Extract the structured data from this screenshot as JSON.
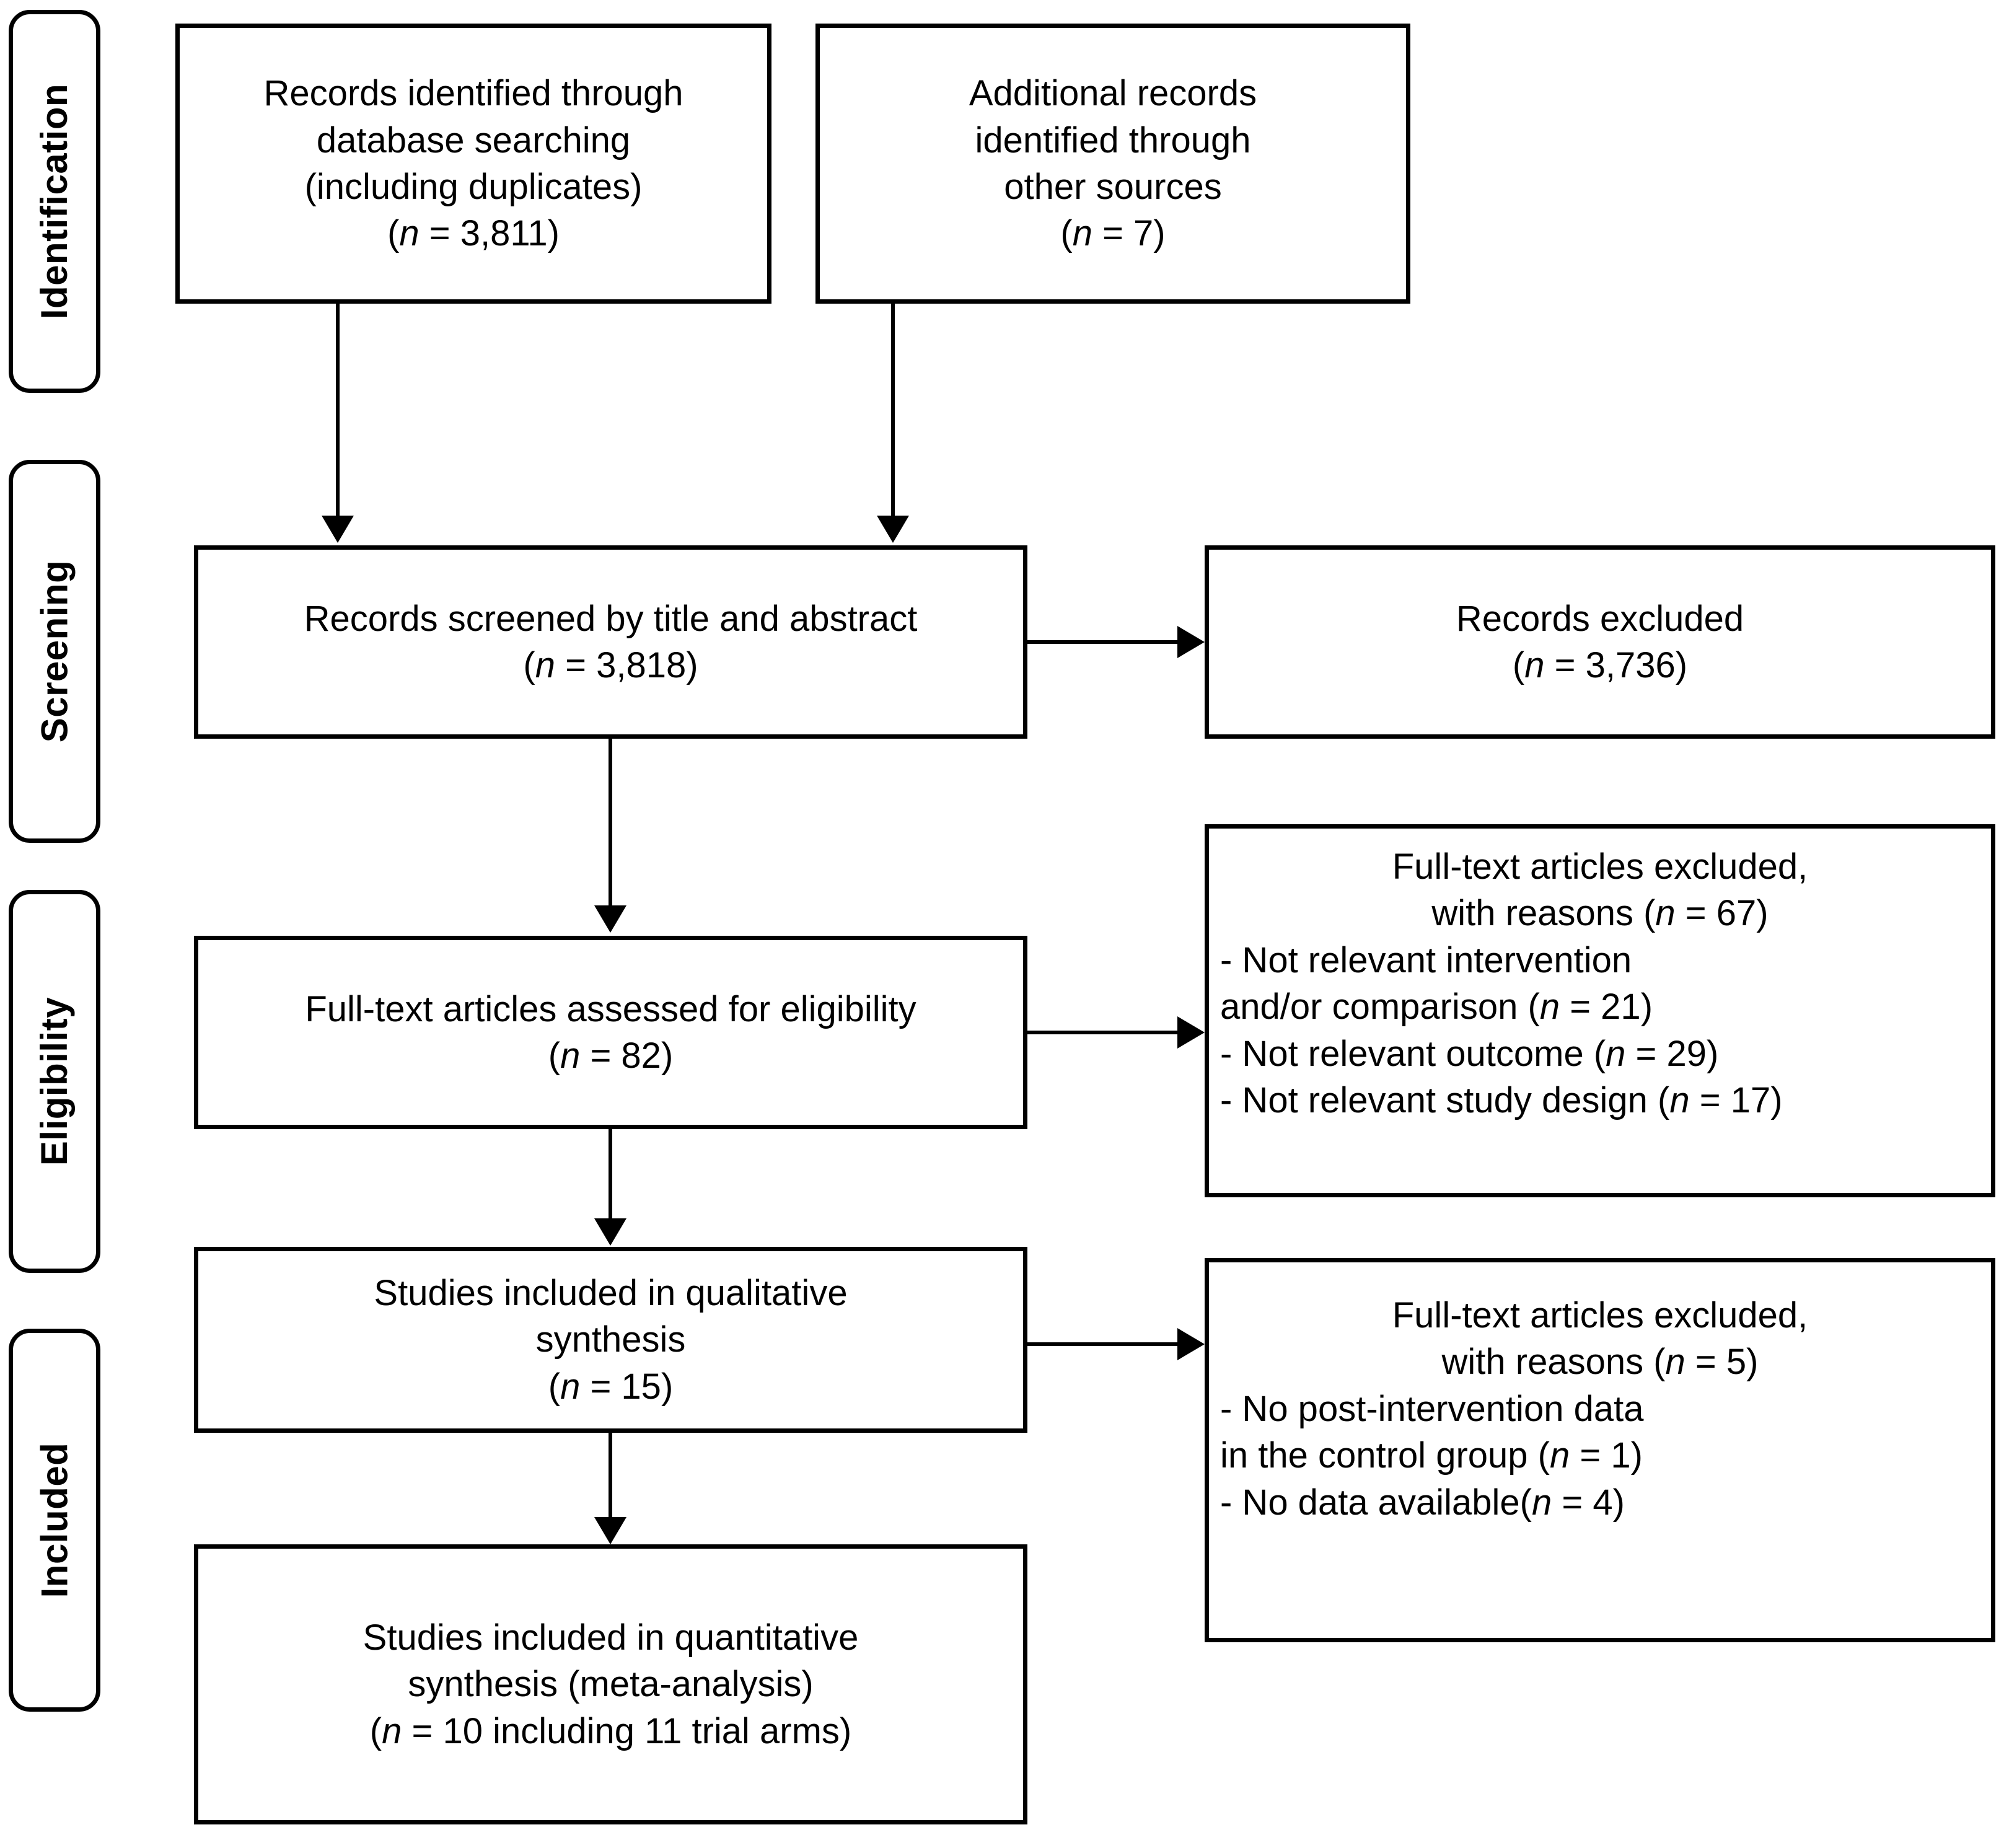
{
  "diagram": {
    "type": "PRISMA flow diagram",
    "stages": [
      {
        "id": "identification",
        "label": "Identification"
      },
      {
        "id": "screening",
        "label": "Screening"
      },
      {
        "id": "eligibility",
        "label": "Eligibility"
      },
      {
        "id": "included",
        "label": "Included"
      }
    ],
    "boxes": {
      "database_records": {
        "lines": [
          "Records identified through",
          "database searching",
          "(including duplicates)"
        ],
        "count_line": "(n = 3,811)",
        "n": 3811
      },
      "other_records": {
        "lines": [
          "Additional records",
          "identified through",
          "other sources"
        ],
        "count_line": "(n = 7)",
        "n": 7
      },
      "screened": {
        "lines": [
          "Records screened by title and abstract"
        ],
        "count_line": "(n = 3,818)",
        "n": 3818
      },
      "records_excluded": {
        "lines": [
          "Records excluded"
        ],
        "count_line": "(n = 3,736)",
        "n": 3736
      },
      "fulltext_assessed": {
        "lines": [
          "Full-text articles assessed for eligibility"
        ],
        "count_line": "(n = 82)",
        "n": 82
      },
      "fulltext_excluded_1": {
        "title_lines": [
          "Full-text articles excluded,",
          "with reasons (n = 67)"
        ],
        "n": 67,
        "reasons": [
          "- Not relevant intervention",
          "  and/or comparison (n = 21)",
          "- Not relevant outcome (n = 29)",
          "- Not relevant study design (n = 17)"
        ],
        "reason_counts": [
          21,
          29,
          17
        ]
      },
      "qualitative": {
        "lines": [
          "Studies included in qualitative",
          "synthesis"
        ],
        "count_line": "(n = 15)",
        "n": 15
      },
      "fulltext_excluded_2": {
        "title_lines": [
          "Full-text articles excluded,",
          "with reasons (n = 5)"
        ],
        "n": 5,
        "reasons": [
          "- No post-intervention data",
          "  in the control group (n = 1)",
          "- No data available(n = 4)"
        ],
        "reason_counts": [
          1,
          4
        ]
      },
      "quantitative": {
        "lines": [
          "Studies included in quantitative",
          "synthesis (meta-analysis)"
        ],
        "count_line": "(n = 10 including 11 trial arms)",
        "n": 10,
        "trial_arms": 11
      }
    },
    "colors": {
      "stroke": "#000000",
      "background": "#ffffff",
      "text": "#000000"
    }
  }
}
